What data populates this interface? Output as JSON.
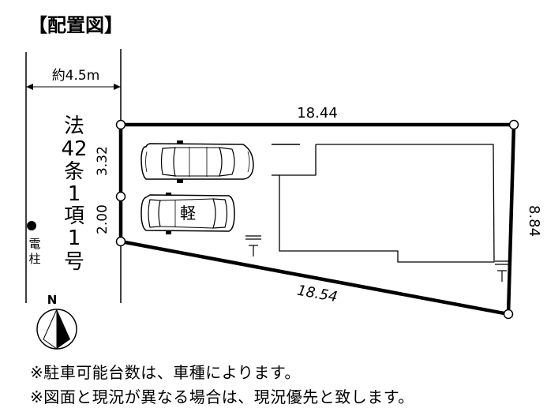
{
  "title": "【配置図】",
  "road": {
    "width_label": "約4.5m",
    "type_chars": [
      "法",
      "42",
      "条",
      "1",
      "項",
      "1",
      "号"
    ],
    "utility_pole_chars": [
      "電",
      "柱"
    ]
  },
  "lot": {
    "top_length": "18.44",
    "bottom_length": "18.54",
    "right_length": "8.84",
    "left_upper_length": "3.32",
    "left_lower_length": "2.00"
  },
  "parking": {
    "kei_car_label": "軽"
  },
  "compass": {
    "north_label": "N"
  },
  "notes": [
    "※駐車可能台数は、車種によります。",
    "※図面と現況が異なる場合は、現況優先と致します。"
  ]
}
